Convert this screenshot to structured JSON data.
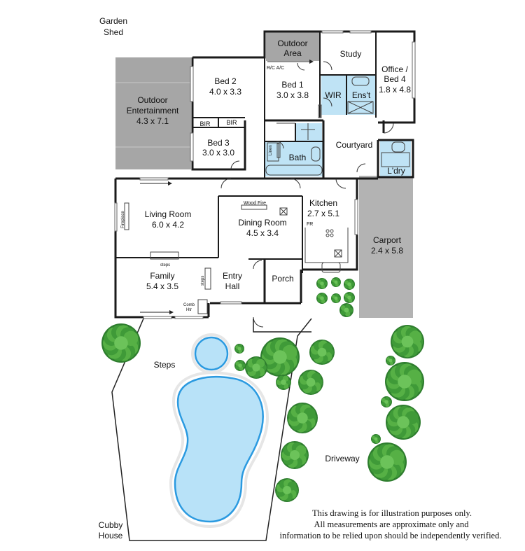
{
  "plan": {
    "rooms": [
      {
        "id": "garden-shed",
        "name": "Garden",
        "name2": "Shed",
        "size": ""
      },
      {
        "id": "outdoor-area",
        "name": "Outdoor",
        "name2": "Area",
        "size": ""
      },
      {
        "id": "study",
        "name": "Study",
        "name2": "",
        "size": ""
      },
      {
        "id": "office-bed4",
        "name": "Office /",
        "name2": "Bed 4",
        "size": "1.8 x 4.8"
      },
      {
        "id": "bed2",
        "name": "Bed 2",
        "name2": "",
        "size": "4.0 x 3.3"
      },
      {
        "id": "bed1",
        "name": "Bed 1",
        "name2": "",
        "size": "3.0 x 3.8"
      },
      {
        "id": "outdoor-entertainment",
        "name": "Outdoor",
        "name2": "Entertainment",
        "size": "4.3 x 7.1"
      },
      {
        "id": "wir",
        "name": "WIR",
        "name2": "",
        "size": ""
      },
      {
        "id": "ensuite",
        "name": "Ens't",
        "name2": "",
        "size": ""
      },
      {
        "id": "bir1",
        "name": "BIR",
        "name2": "",
        "size": ""
      },
      {
        "id": "bir2",
        "name": "BIR",
        "name2": "",
        "size": ""
      },
      {
        "id": "bed3",
        "name": "Bed 3",
        "name2": "",
        "size": "3.0 x 3.0"
      },
      {
        "id": "bath",
        "name": "Bath",
        "name2": "",
        "size": ""
      },
      {
        "id": "courtyard",
        "name": "Courtyard",
        "name2": "",
        "size": ""
      },
      {
        "id": "laundry",
        "name": "L'dry",
        "name2": "",
        "size": ""
      },
      {
        "id": "living-room",
        "name": "Living Room",
        "name2": "",
        "size": "6.0 x 4.2"
      },
      {
        "id": "dining-room",
        "name": "Dining Room",
        "name2": "",
        "size": "4.5 x 3.4"
      },
      {
        "id": "kitchen",
        "name": "Kitchen",
        "name2": "",
        "size": "2.7 x 5.1"
      },
      {
        "id": "carport",
        "name": "Carport",
        "name2": "",
        "size": "2.4 x 5.8"
      },
      {
        "id": "family",
        "name": "Family",
        "name2": "",
        "size": "5.4 x 3.5"
      },
      {
        "id": "entry-hall",
        "name": "Entry",
        "name2": "Hall",
        "size": ""
      },
      {
        "id": "porch",
        "name": "Porch",
        "name2": "",
        "size": ""
      },
      {
        "id": "steps-area",
        "name": "Steps",
        "name2": "",
        "size": ""
      },
      {
        "id": "driveway",
        "name": "Driveway",
        "name2": "",
        "size": ""
      },
      {
        "id": "cubby-house",
        "name": "Cubby",
        "name2": "House",
        "size": ""
      }
    ],
    "fixtures": {
      "rc_ac": "R/C A/C",
      "linen": "Linen",
      "wood_fire": "Wood Fire",
      "fireplace": "Fireplace",
      "fr": "FR",
      "steps_family": "steps",
      "steps_entry": "steps",
      "comb_htr_1": "Comb",
      "comb_htr_2": "Htr"
    },
    "disclaimer": [
      "This drawing is for illustration purposes only.",
      "All measurements are approximate only and",
      "information to be relied upon should be independently verified."
    ],
    "colors": {
      "wall": "#1a1a1a",
      "outdoor_fill": "#a6a6a6",
      "carport_fill": "#b3b3b3",
      "wet_area": "#bfe3f5",
      "pool_water": "#b8e2f8",
      "pool_edge": "#2b9ae0",
      "tree_dark": "#2e7d2e",
      "tree_light": "#56b045"
    }
  }
}
